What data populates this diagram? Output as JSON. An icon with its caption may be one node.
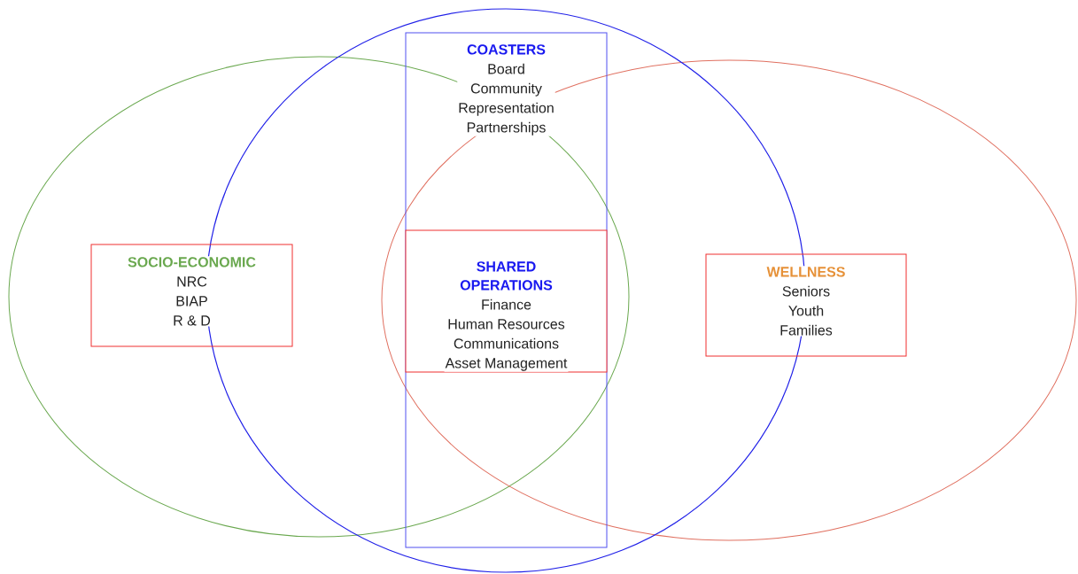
{
  "diagram": {
    "nodes": [
      {
        "text": [
          "COASTERS",
          "Board",
          "Community",
          "Representation",
          "Partnerships"
        ]
      },
      {
        "text": [
          "SHARED OPERATIONS",
          "Finance",
          "Human Resources",
          "Communications",
          "Asset Management"
        ],
        "in": 0
      },
      {
        "text": [
          "SOCIO-ECONOMIC",
          "NRC",
          "BIAP",
          "R & D"
        ]
      },
      {
        "text": [
          "WELLNESS",
          "Seniors",
          "Youth",
          "Families"
        ]
      }
    ]
  }
}
